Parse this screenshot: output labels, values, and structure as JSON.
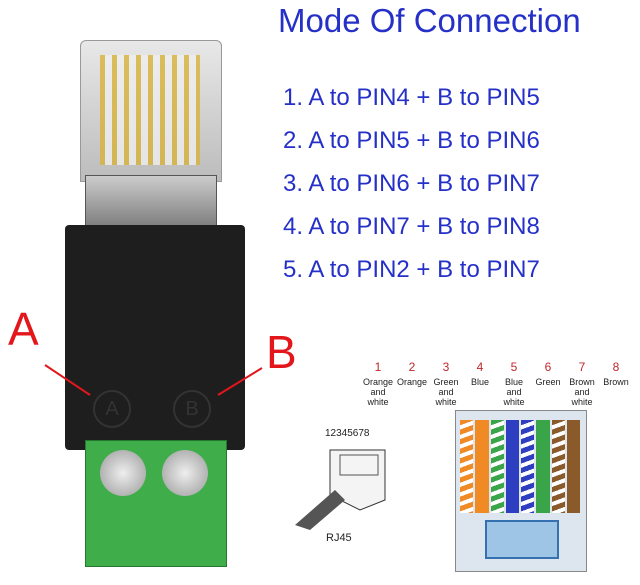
{
  "title": "Mode Of Connection",
  "modes": [
    "1.  A to PIN4 + B to PIN5",
    "2.  A to PIN5 + B to PIN6",
    "3.  A to PIN6 + B to PIN7",
    "4.  A to PIN7 + B to PIN8",
    "5.  A to PIN2 + B to PIN7"
  ],
  "terminal_a": "A",
  "terminal_b": "B",
  "pins": [
    {
      "num": "1",
      "label": "Orange and white",
      "color": "#f08a24",
      "stripe": true
    },
    {
      "num": "2",
      "label": "Orange",
      "color": "#f08a24",
      "stripe": false
    },
    {
      "num": "3",
      "label": "Green and white",
      "color": "#3aa548",
      "stripe": true
    },
    {
      "num": "4",
      "label": "Blue",
      "color": "#2d3fc0",
      "stripe": false
    },
    {
      "num": "5",
      "label": "Blue and white",
      "color": "#2d3fc0",
      "stripe": true
    },
    {
      "num": "6",
      "label": "Green",
      "color": "#3aa548",
      "stripe": false
    },
    {
      "num": "7",
      "label": "Brown and white",
      "color": "#8a5a2b",
      "stripe": true
    },
    {
      "num": "8",
      "label": "Brown",
      "color": "#8a5a2b",
      "stripe": false
    }
  ],
  "rj45_pin_order": "12345678",
  "rj45_label": "RJ45",
  "colors": {
    "title": "#2530c8",
    "letters": "#e3161c",
    "terminal_block": "#3fae4a",
    "adapter_body": "#1e1e1e"
  }
}
